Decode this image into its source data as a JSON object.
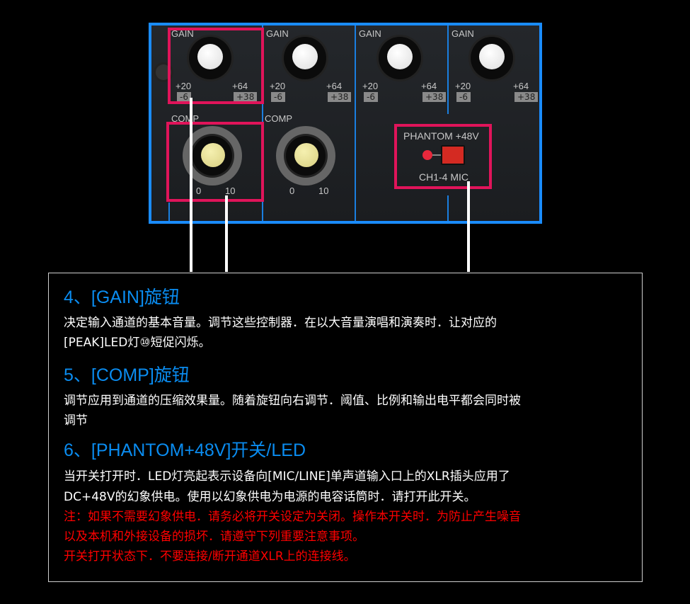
{
  "panel": {
    "gain_label": "GAIN",
    "gain_min_top": "+20",
    "gain_max_top": "+64",
    "gain_min_bottom": "-6",
    "gain_max_bottom": "+38",
    "comp_label": "COMP",
    "comp_min": "0",
    "comp_max": "10",
    "phantom_label": "PHANTOM +48V",
    "phantom_sub": "CH1-4 MIC",
    "accent_color": "#1a8cff",
    "highlight_color": "#e0145a"
  },
  "sections": [
    {
      "heading": "4、[GAIN]旋钮",
      "body": [
        "决定输入通道的基本音量。调节这些控制器．在以大音量演唱和演奏时．让对应的",
        "[PEAK]LED灯⑩短促闪烁。"
      ]
    },
    {
      "heading": "5、[COMP]旋钮",
      "body": [
        "调节应用到通道的压缩效果量。随着旋钮向右调节．阈值、比例和输出电平都会同时被",
        "调节"
      ]
    },
    {
      "heading": "6、[PHANTOM+48V]开关/LED",
      "body": [
        "当开关打开时．LED灯亮起表示设备向[MIC/LINE]单声道输入口上的XLR插头应用了",
        "DC+48V的幻象供电。使用以幻象供电为电源的电容话筒时．请打开此开关。"
      ],
      "warning": [
        "注：如果不需要幻象供电．请务必将开关设定为关闭。操作本开关时．为防止产生噪音",
        "以及本机和外接设备的损坏．请遵守下列重要注意事项。",
        "开关打开状态下．不要连接/断开通道XLR上的连接线。"
      ]
    }
  ]
}
